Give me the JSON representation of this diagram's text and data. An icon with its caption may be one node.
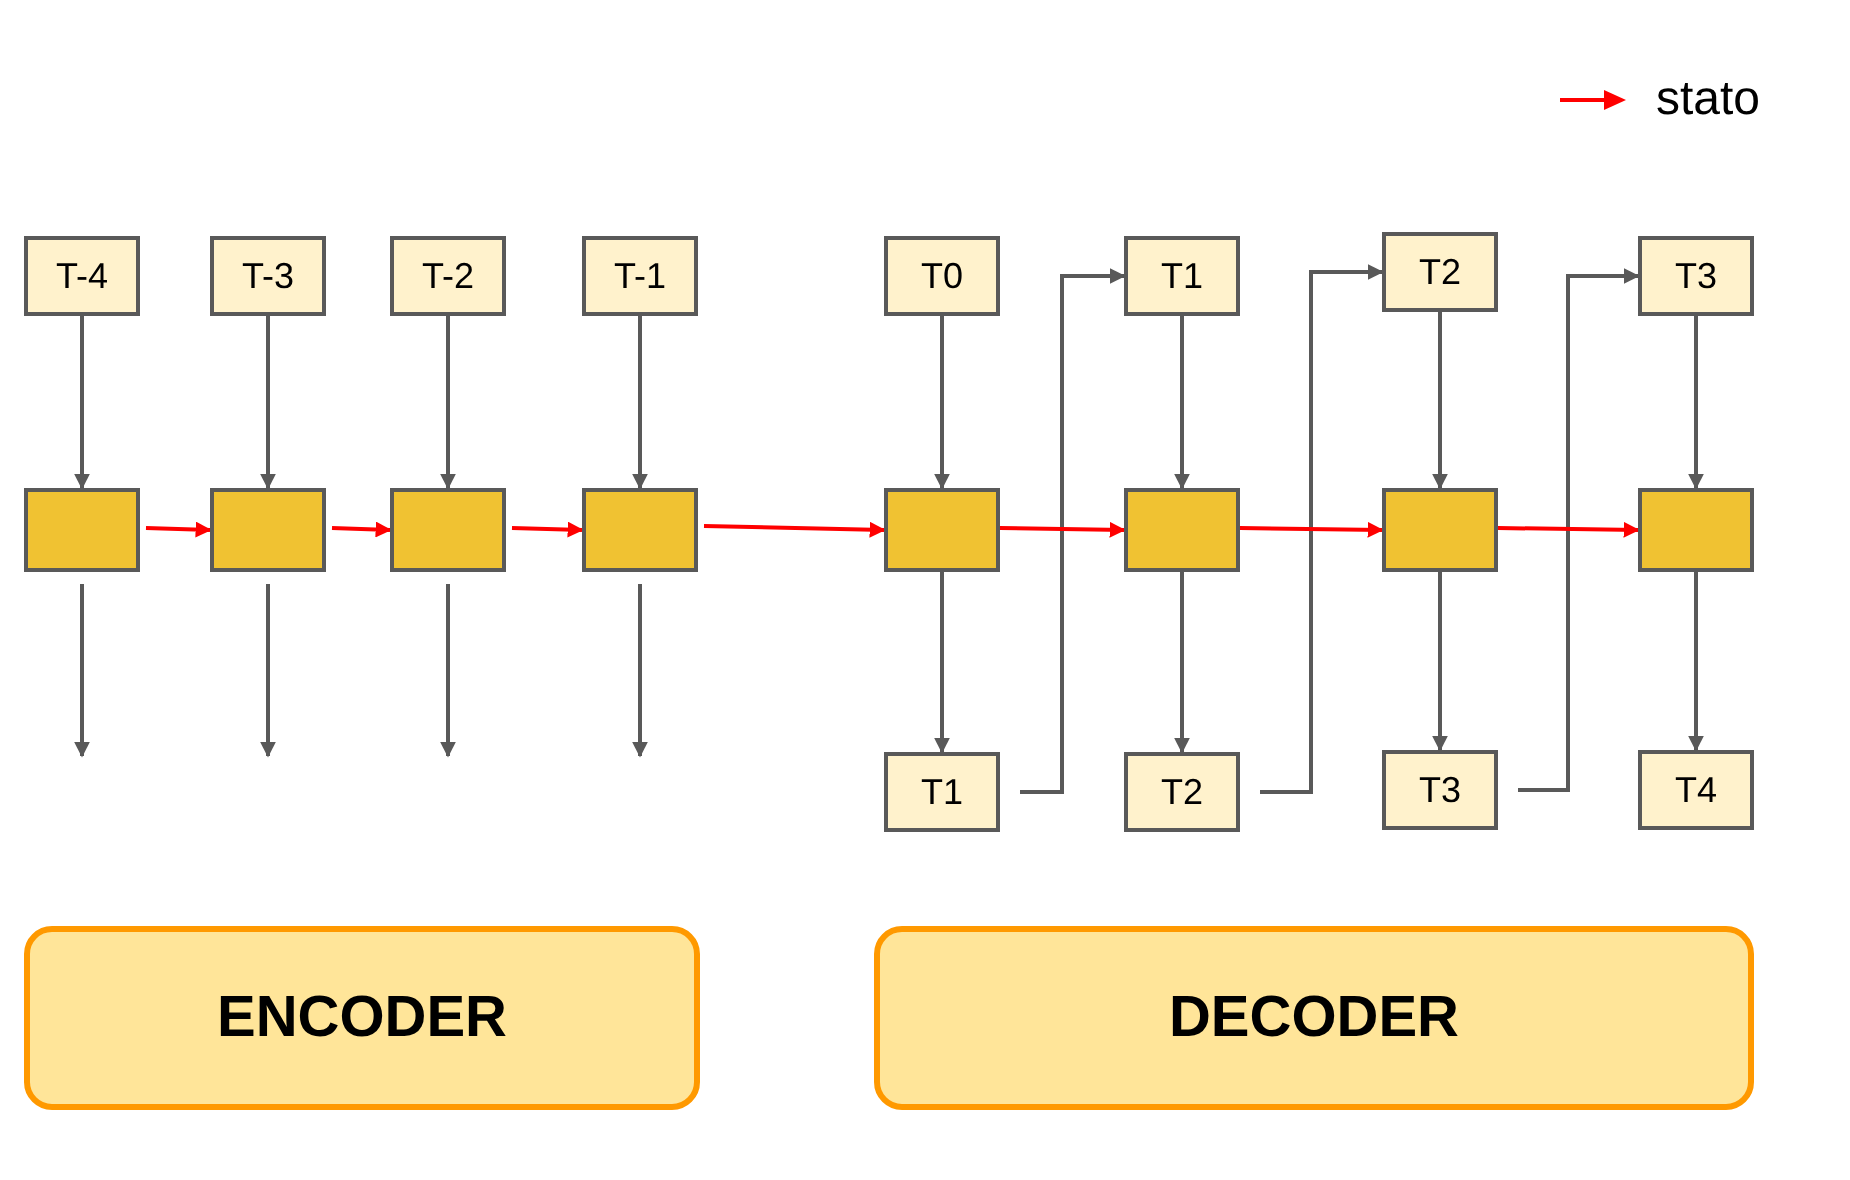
{
  "diagram": {
    "nodes": [
      {
        "text": [
          "T-4"
        ]
      },
      {
        "text": [
          "T-3"
        ]
      },
      {
        "text": [
          "T-2"
        ]
      },
      {
        "text": [
          "T-1"
        ]
      },
      {
        "text": [
          "T0"
        ]
      },
      {
        "text": [
          "T1"
        ]
      },
      {
        "text": [
          "T2"
        ]
      },
      {
        "text": [
          "T3"
        ]
      },
      {
        "text": [],
        "shape": "box"
      },
      {
        "text": [],
        "shape": "box"
      },
      {
        "text": [],
        "shape": "box"
      },
      {
        "text": [],
        "shape": "box"
      },
      {
        "text": [],
        "shape": "box"
      },
      {
        "text": [],
        "shape": "box"
      },
      {
        "text": [],
        "shape": "box"
      },
      {
        "text": [],
        "shape": "box"
      },
      {
        "text": [
          "T1"
        ]
      },
      {
        "text": [
          "T2"
        ]
      },
      {
        "text": [
          "T3"
        ]
      },
      {
        "text": [
          "T4"
        ]
      },
      {
        "text": [
          "ENCODER"
        ]
      },
      {
        "text": [
          "DECODER"
        ]
      }
    ],
    "edges": [
      {
        "from": 0,
        "to": 8,
        "arrow": "to"
      },
      {
        "from": 1,
        "to": 9,
        "arrow": "to"
      },
      {
        "from": 2,
        "to": 10,
        "arrow": "to"
      },
      {
        "from": 3,
        "to": 11,
        "arrow": "to"
      },
      {
        "from": 4,
        "to": 12,
        "arrow": "to"
      },
      {
        "from": 5,
        "to": 13,
        "arrow": "to"
      },
      {
        "from": 6,
        "to": 14,
        "arrow": "to"
      },
      {
        "from": 7,
        "to": 15,
        "arrow": "to"
      },
      {
        "from": 8,
        "to": null,
        "arrow": "to"
      },
      {
        "from": 9,
        "to": null,
        "arrow": "to"
      },
      {
        "from": 10,
        "to": null,
        "arrow": "to"
      },
      {
        "from": 11,
        "to": null,
        "arrow": "to"
      },
      {
        "from": 12,
        "to": 16,
        "arrow": "to"
      },
      {
        "from": 13,
        "to": 17,
        "arrow": "to"
      },
      {
        "from": 14,
        "to": 18,
        "arrow": "to"
      },
      {
        "from": 15,
        "to": 19,
        "arrow": "to"
      },
      {
        "from": 16,
        "to": 5,
        "arrow": "to"
      },
      {
        "from": 17,
        "to": 6,
        "arrow": "to"
      },
      {
        "from": 18,
        "to": 7,
        "arrow": "to"
      },
      {
        "from": 8,
        "to": 9,
        "arrow": "to",
        "color": "#ff0000"
      },
      {
        "from": 9,
        "to": 10,
        "arrow": "to",
        "color": "#ff0000"
      },
      {
        "from": 10,
        "to": 11,
        "arrow": "to",
        "color": "#ff0000"
      },
      {
        "from": 11,
        "to": 12,
        "arrow": "to",
        "color": "#ff0000"
      },
      {
        "from": 12,
        "to": 13,
        "arrow": "to",
        "color": "#ff0000"
      },
      {
        "from": 13,
        "to": 14,
        "arrow": "to",
        "color": "#ff0000"
      },
      {
        "from": 14,
        "to": 15,
        "arrow": "to",
        "color": "#ff0000"
      }
    ],
    "legend": [
      {
        "text": "stato"
      }
    ]
  }
}
